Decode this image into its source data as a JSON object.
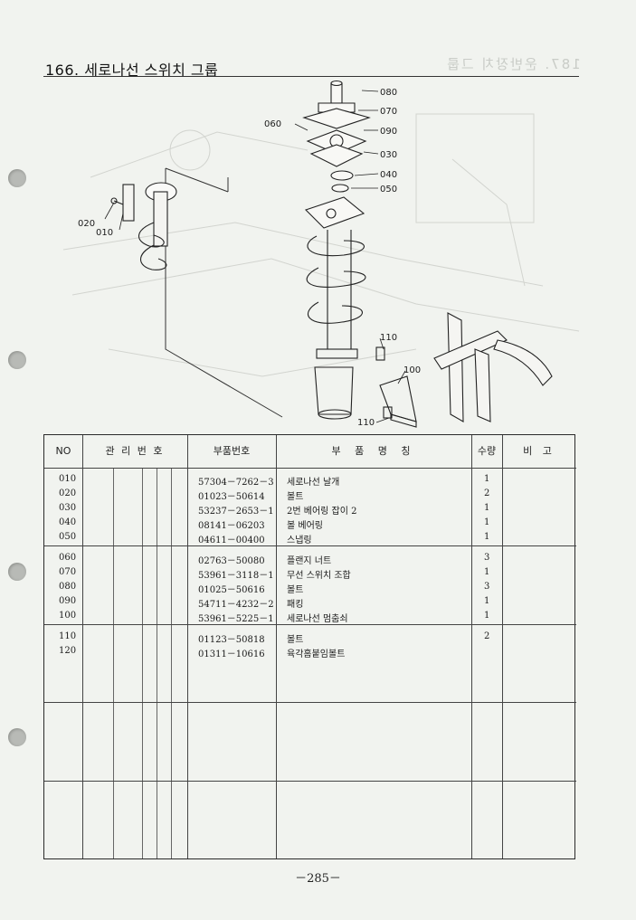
{
  "title": "166. 세로나선 스위치 그룹",
  "diagram": {
    "callouts": [
      "080",
      "070",
      "060",
      "090",
      "030",
      "040",
      "050",
      "020",
      "010",
      "110",
      "100",
      "110"
    ]
  },
  "table": {
    "headers": {
      "no": "NO",
      "mgmt": "관 리 번 호",
      "part_no": "부품번호",
      "name": "부 품 명 칭",
      "qty": "수량",
      "remark": "비 고"
    },
    "groups": [
      [
        {
          "no": "010",
          "part_no": "57304－7262－3",
          "name": "세로나선 날개",
          "qty": "1"
        },
        {
          "no": "020",
          "part_no": "01023－50614",
          "name": "볼트",
          "qty": "2"
        },
        {
          "no": "030",
          "part_no": "53237－2653－1",
          "name": "2번 베어링 잡이 2",
          "qty": "1"
        },
        {
          "no": "040",
          "part_no": "08141－06203",
          "name": "볼 베어링",
          "qty": "1"
        },
        {
          "no": "050",
          "part_no": "04611－00400",
          "name": "스냅링",
          "qty": "1"
        }
      ],
      [
        {
          "no": "060",
          "part_no": "02763－50080",
          "name": "플랜지 너트",
          "qty": "3"
        },
        {
          "no": "070",
          "part_no": "53961－3118－1",
          "name": "무선 스위치 조합",
          "qty": "1"
        },
        {
          "no": "080",
          "part_no": "01025－50616",
          "name": "볼트",
          "qty": "3"
        },
        {
          "no": "090",
          "part_no": "54711－4232－2",
          "name": "패킹",
          "qty": "1"
        },
        {
          "no": "100",
          "part_no": "53961－5225－1",
          "name": "세로나선 멈춤쇠",
          "qty": "1"
        }
      ],
      [
        {
          "no": "110",
          "part_no": "01123－50818",
          "name": "볼트",
          "qty": "2"
        },
        {
          "no": "120",
          "part_no": "01311－10616",
          "name": "육각홈붙임볼트",
          "qty": ""
        }
      ]
    ]
  },
  "page_number": "－285－"
}
